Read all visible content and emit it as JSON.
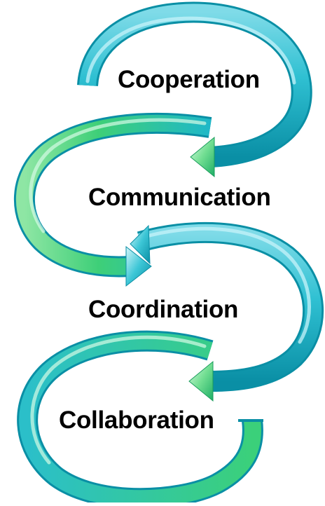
{
  "stages": [
    {
      "label": "Cooperation"
    },
    {
      "label": "Communication"
    },
    {
      "label": "Coordination"
    },
    {
      "label": "Collaboration"
    }
  ],
  "colors": {
    "teal_dark": "#0a9bb0",
    "teal_mid": "#2fc0d2",
    "teal_light": "#9eeaf3",
    "green_mid": "#3ecf78",
    "green_light": "#a8f0c0",
    "text": "#000000",
    "background": "#ffffff"
  }
}
